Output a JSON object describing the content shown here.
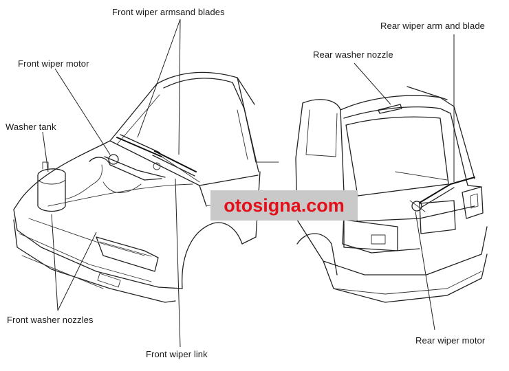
{
  "labels": {
    "front_wiper_arms_blades": "Front wiper armsand blades",
    "front_wiper_motor": "Front wiper motor",
    "washer_tank": "Washer tank",
    "front_washer_nozzles": "Front washer nozzles",
    "front_wiper_link": "Front wiper link",
    "rear_wiper_arm_blade": "Rear wiper arm and blade",
    "rear_washer_nozzle": "Rear washer nozzle",
    "rear_wiper_motor": "Rear wiper motor"
  },
  "watermark": {
    "text": "otosigna.com",
    "text_color": "#e3101a",
    "background_color": "#c9c9c9"
  },
  "colors": {
    "line_art": "#222222",
    "background": "#ffffff"
  }
}
